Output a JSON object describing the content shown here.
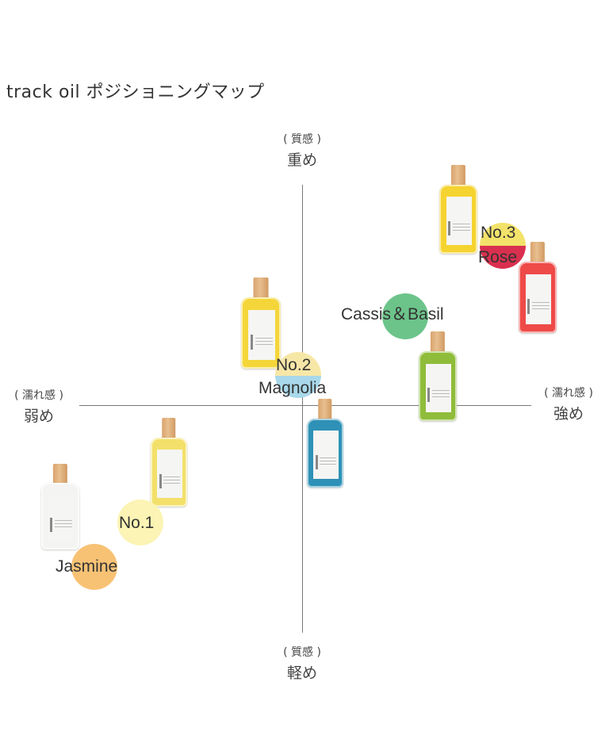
{
  "title": "track oil ポジショニングマップ",
  "axes": {
    "top": {
      "sub": "( 質感 )",
      "main": "重め"
    },
    "bottom": {
      "sub": "( 質感 )",
      "main": "軽め"
    },
    "left": {
      "sub": "( 濡れ感 )",
      "main": "弱め"
    },
    "right": {
      "sub": "( 濡れ感 )",
      "main": "強め"
    }
  },
  "products": [
    {
      "name": "No.3 Rose",
      "line1": "No.3",
      "line2": "Rose",
      "bottle_color": "#f5d330",
      "dot_colors": [
        "#f3e26a",
        "#d9304f"
      ]
    },
    {
      "name": "Rose bottle",
      "bottle_color": "#ee4a48"
    },
    {
      "name": "Cassis & Basil",
      "line1": "Cassis＆Basil",
      "bottle_color": "#8fbc3a",
      "dot_colors": [
        "#6cc48a"
      ]
    },
    {
      "name": "No.2 Magnolia",
      "line1": "No.2",
      "line2": "Magnolia",
      "bottle_color": "#f4d63a",
      "dot_colors": [
        "#f7e7a7",
        "#a8d8ea"
      ]
    },
    {
      "name": "Magnolia bottle",
      "bottle_color": "#2f91b7"
    },
    {
      "name": "No.1",
      "line1": "No.1",
      "bottle_color": "#f3e06a",
      "dot_colors": [
        "#fbf4b4"
      ]
    },
    {
      "name": "Jasmine",
      "line1": "Jasmine",
      "bottle_color": "#f4f4f2",
      "dot_colors": [
        "#f8c275"
      ]
    }
  ]
}
